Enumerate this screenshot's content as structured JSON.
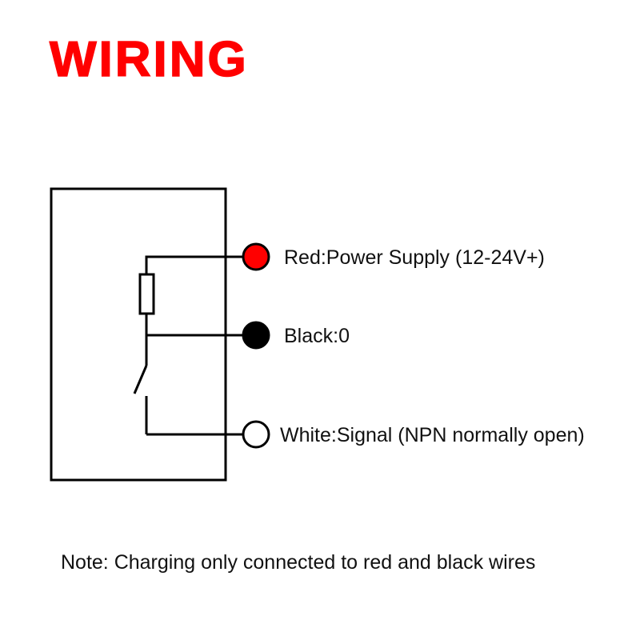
{
  "title": "WIRING",
  "colors": {
    "title": "#ff0000",
    "red_terminal": "#ff0000",
    "black_terminal": "#000000",
    "white_terminal": "#ffffff",
    "line": "#000000"
  },
  "terminals": [
    {
      "color_name": "red",
      "label": "Red:Power Supply (12-24V+)"
    },
    {
      "color_name": "black",
      "label": "Black:0"
    },
    {
      "color_name": "white",
      "label": "White:Signal (NPN normally open)"
    }
  ],
  "components": [
    "resistor-icon",
    "switch-icon"
  ],
  "note": "Note: Charging only connected to red and black wires"
}
